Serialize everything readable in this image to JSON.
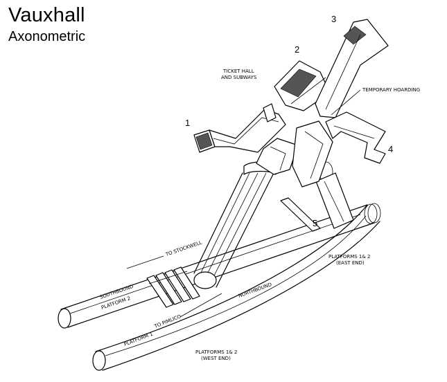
{
  "header": {
    "title": "Vauxhall",
    "subtitle": "Axonometric"
  },
  "entrances": [
    "1",
    "2",
    "3",
    "4",
    "5"
  ],
  "labels": {
    "ticket_hall_line1": "TICKET HALL",
    "ticket_hall_line2": "AND SUBWAYS",
    "temporary_hoarding": "TEMPORARY HOARDING",
    "to_stockwell": "TO STOCKWELL",
    "southbound": "SOUTHBOUND",
    "platform_2": "PLATFORM 2",
    "northbound": "NORTHBOUND",
    "to_pimlico": "TO PIMLICO",
    "platform_1": "PLATFORM 1",
    "east_end_line1": "PLATFORMS 1& 2",
    "east_end_line2": "(EAST END)",
    "west_end_line1": "PLATFORMS 1& 2",
    "west_end_line2": "(WEST END)"
  }
}
